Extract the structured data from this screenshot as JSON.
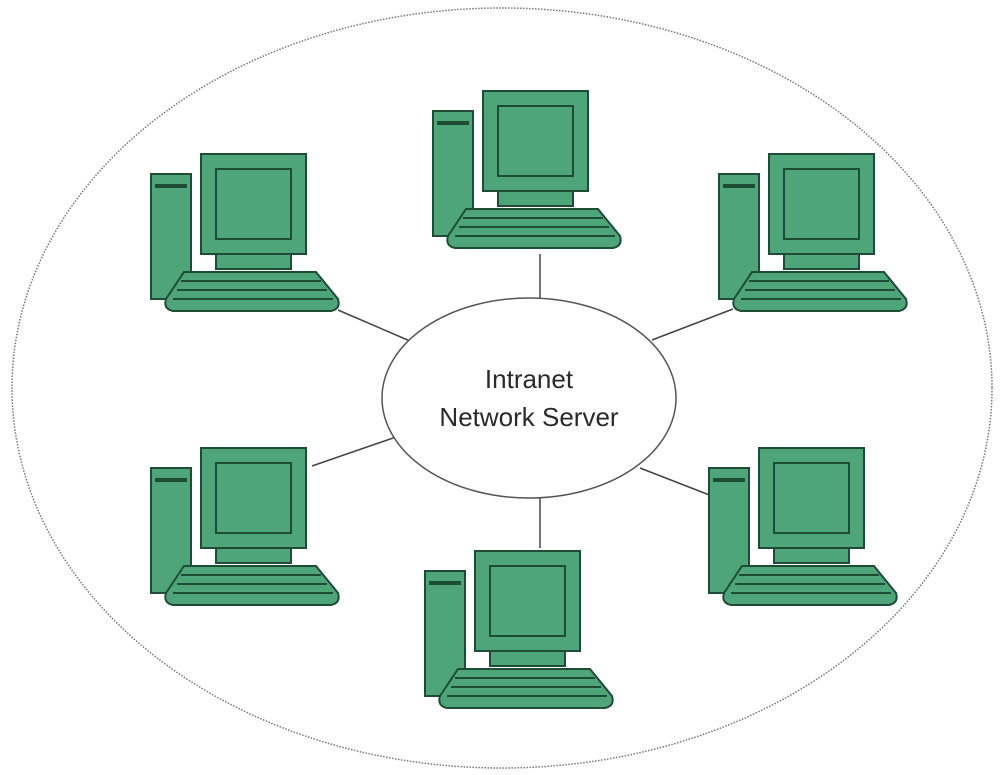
{
  "diagram": {
    "server": {
      "label_line1": "Intranet",
      "label_line2": "Network Server"
    },
    "workstations": [
      {
        "id": "top",
        "icon": "desktop-computer-icon"
      },
      {
        "id": "upper-left",
        "icon": "desktop-computer-icon"
      },
      {
        "id": "upper-right",
        "icon": "desktop-computer-icon"
      },
      {
        "id": "lower-left",
        "icon": "desktop-computer-icon"
      },
      {
        "id": "lower-right",
        "icon": "desktop-computer-icon"
      },
      {
        "id": "bottom",
        "icon": "desktop-computer-icon"
      }
    ],
    "colors": {
      "computer_fill": "#4ea57a",
      "computer_outline": "#1d4d34",
      "link_line": "#444444",
      "boundary": "#777777"
    }
  }
}
